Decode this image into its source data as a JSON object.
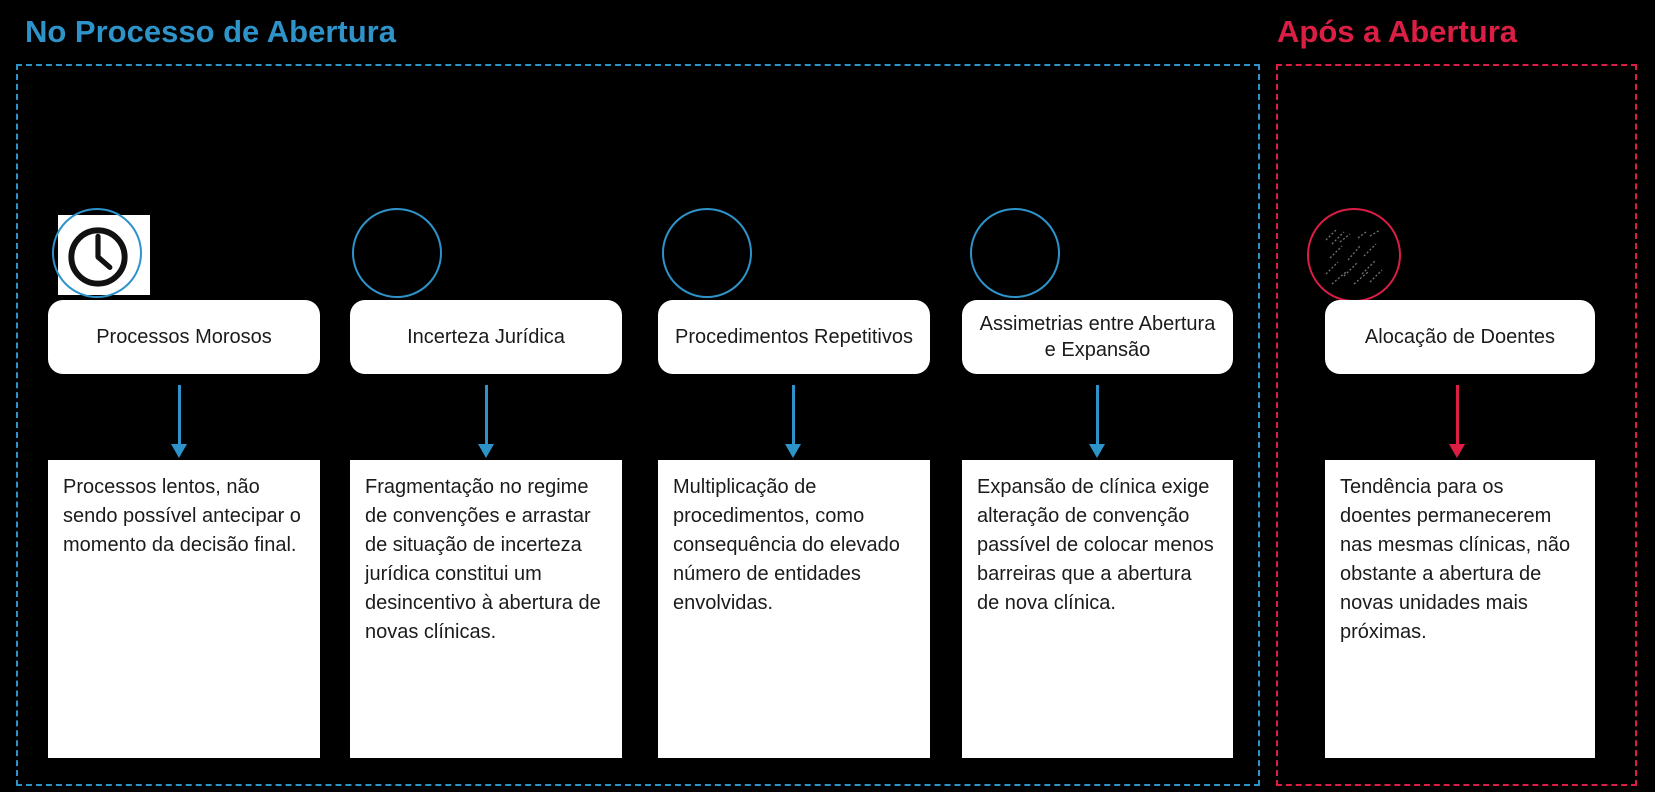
{
  "slide": {
    "background": "#000000",
    "sections": [
      {
        "title": "No Processo de Abertura",
        "accent_color": "#2E93C9",
        "columns": [
          {
            "icon": "clock-icon",
            "label": "Processos Morosos",
            "detail": "Processos lentos, não sendo possível antecipar o momento da decisão final."
          },
          {
            "icon": "empty-circle",
            "label": "Incerteza Jurídica",
            "detail": "Fragmentação no regime de convenções e arrastar de situação de incerteza jurídica constitui um desincentivo à abertura de novas clínicas."
          },
          {
            "icon": "empty-circle",
            "label": "Procedimentos Repetitivos",
            "detail": "Multiplicação de procedimentos, como consequência do elevado número de entidades envolvidas."
          },
          {
            "icon": "empty-circle",
            "label": "Assimetrias entre Abertura e Expansão",
            "detail": "Expansão de clínica exige alteração de convenção passível de colocar menos barreiras que a abertura de nova clínica."
          }
        ]
      },
      {
        "title": "Após a Abertura",
        "accent_color": "#DC1E45",
        "columns": [
          {
            "icon": "patients-sketch-icon",
            "label": "Alocação de Doentes",
            "detail": "Tendência para os doentes permanecerem nas mesmas clínicas, não obstante a abertura de novas unidades mais próximas."
          }
        ]
      }
    ],
    "colors": {
      "blue": "#2E93C9",
      "red": "#DC1E45",
      "box_background": "#FFFFFF",
      "text": "#1B1B1B"
    }
  }
}
